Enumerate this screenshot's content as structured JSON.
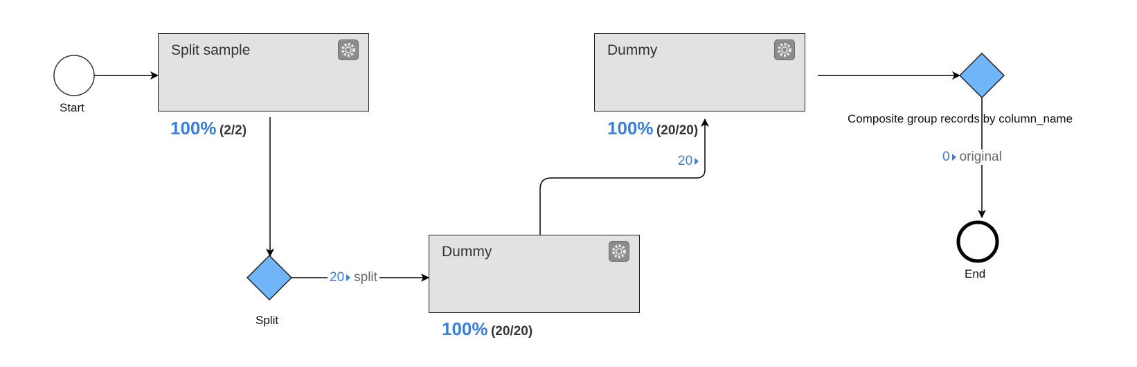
{
  "nodes": {
    "start": {
      "label": "Start"
    },
    "end": {
      "label": "End"
    },
    "task_split_sample": {
      "title": "Split sample",
      "percent": "100%",
      "count": "(2/2)"
    },
    "task_dummy_bottom": {
      "title": "Dummy",
      "percent": "100%",
      "count": "(20/20)"
    },
    "task_dummy_top": {
      "title": "Dummy",
      "percent": "100%",
      "count": "(20/20)"
    },
    "gateway_split": {
      "label": "Split"
    },
    "gateway_composite": {
      "label": "Composite group records by column_name"
    }
  },
  "edges": {
    "split_to_dummy": {
      "count": "20",
      "name": "split"
    },
    "dummy_to_dummy": {
      "count": "20",
      "name": ""
    },
    "composite_to_end": {
      "count": "0",
      "name": "original"
    }
  },
  "icons": {
    "task_settings": "gear-icon"
  },
  "colors": {
    "accent": "#3a7fe0",
    "gateway_fill": "#6fb5f7",
    "task_fill": "#e2e2e2"
  }
}
